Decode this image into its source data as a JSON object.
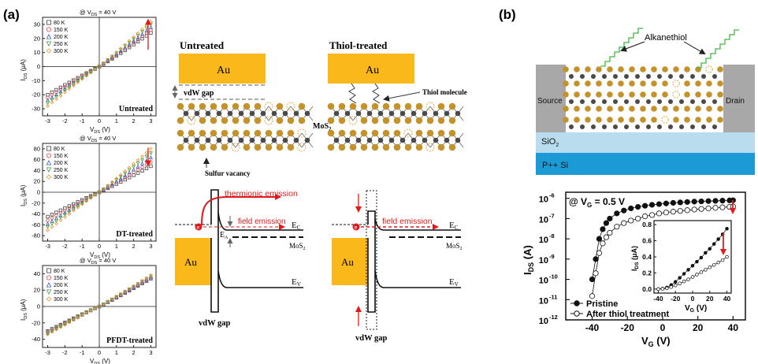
{
  "panel_a": {
    "label": "(a)",
    "iv_common": {
      "cond": "@ V",
      "cond_sub": "DS",
      "cond_val": "= 40 V",
      "xlabel": "V",
      "xlabel_sub": "DS",
      "xlabel_unit": " (V)",
      "ylabel": "I",
      "ylabel_sub": "DS",
      "ylabel_unit": " (μA)",
      "legend": [
        "80 K",
        "150 K",
        "200 K",
        "250 K",
        "300 K"
      ],
      "xticks": [
        "-3",
        "-2",
        "-1",
        "0",
        "1",
        "2",
        "3"
      ]
    },
    "iv_plots": [
      {
        "title": "Untreated",
        "yticks": [
          "30",
          "20",
          "10",
          "0",
          "-10",
          "-20",
          "-30"
        ],
        "ylim": [
          -35,
          35
        ],
        "ymax_at_3V": [
          24,
          26,
          28,
          30,
          32
        ]
      },
      {
        "title": "DT-treated",
        "yticks": [
          "80",
          "60",
          "40",
          "20",
          "0",
          "-20",
          "-40",
          "-60",
          "-80"
        ],
        "ylim": [
          -90,
          90
        ],
        "ymax_at_3V": [
          48,
          56,
          64,
          72,
          80
        ]
      },
      {
        "title": "PFDT-treated",
        "yticks": [
          "40",
          "20",
          "0",
          "-20",
          "-40"
        ],
        "ylim": [
          -50,
          50
        ],
        "ymax_at_3V": [
          34,
          35,
          36,
          37,
          38
        ]
      }
    ],
    "untreated_title": "Untreated",
    "thiol_title": "Thiol-treated",
    "au": "Au",
    "vdw_gap_label": "vdW gap",
    "thiol_molecule": "Thiol molecule",
    "mos2": "MoS",
    "mos2_sub": "2",
    "sulfur_vacancy": "Sulfur vacancy",
    "thermionic": "thermionic emission",
    "field_emission": "field emission",
    "ec": "E",
    "ec_sub": "C",
    "ev": "E",
    "ev_sub": "V",
    "ea": "E",
    "ea_sub": "A",
    "electron": "e"
  },
  "panel_b": {
    "label": "(b)",
    "alkanethiol": "Alkanethiol",
    "source": "Source",
    "drain": "Drain",
    "sio2": "SiO",
    "sio2_sub": "2",
    "si": "P++ Si",
    "plot_cond": "@ V",
    "plot_cond_sub": "G",
    "plot_cond_val": "= 0.5 V",
    "ylabel": "I",
    "ylabel_sub": "DS",
    "ylabel_unit": " (A)",
    "xlabel": "V",
    "xlabel_sub": "G",
    "xlabel_unit": " (V)",
    "yticks": [
      {
        "base": "10",
        "exp": "-6"
      },
      {
        "base": "10",
        "exp": "-7"
      },
      {
        "base": "10",
        "exp": "-8"
      },
      {
        "base": "10",
        "exp": "-9"
      },
      {
        "base": "10",
        "exp": "-10"
      },
      {
        "base": "10",
        "exp": "-11"
      },
      {
        "base": "10",
        "exp": "-12"
      }
    ],
    "xticks": [
      "-40",
      "-20",
      "0",
      "20",
      "40"
    ],
    "legend": [
      "Pristine",
      "After thiol treatment"
    ],
    "inset": {
      "ylabel": "I",
      "ylabel_sub": "DS",
      "ylabel_unit": " (μA)",
      "xlabel": "V",
      "xlabel_sub": "G",
      "xlabel_unit": " (V)",
      "yticks": [
        "0.8",
        "0.6",
        "0.4",
        "0.2",
        "0.0"
      ],
      "xticks": [
        "-40",
        "-20",
        "0",
        "20",
        "40"
      ]
    }
  },
  "chart_data": [
    {
      "type": "scatter",
      "title": "Untreated",
      "xlabel": "VDS (V)",
      "ylabel": "IDS (μA)",
      "xlim": [
        -3.3,
        3.3
      ],
      "ylim": [
        -35,
        35
      ],
      "series": [
        {
          "name": "80 K",
          "x": [
            -3,
            3
          ],
          "y": [
            -20,
            24
          ]
        },
        {
          "name": "150 K",
          "x": [
            -3,
            3
          ],
          "y": [
            -22,
            26
          ]
        },
        {
          "name": "200 K",
          "x": [
            -3,
            3
          ],
          "y": [
            -24,
            28
          ]
        },
        {
          "name": "250 K",
          "x": [
            -3,
            3
          ],
          "y": [
            -26,
            30
          ]
        },
        {
          "name": "300 K",
          "x": [
            -3,
            3
          ],
          "y": [
            -28,
            32
          ]
        }
      ]
    },
    {
      "type": "scatter",
      "title": "DT-treated",
      "xlabel": "VDS (V)",
      "ylabel": "IDS (μA)",
      "xlim": [
        -3.3,
        3.3
      ],
      "ylim": [
        -90,
        90
      ],
      "series": [
        {
          "name": "80 K",
          "x": [
            -3,
            3
          ],
          "y": [
            -45,
            48
          ]
        },
        {
          "name": "150 K",
          "x": [
            -3,
            3
          ],
          "y": [
            -52,
            56
          ]
        },
        {
          "name": "200 K",
          "x": [
            -3,
            3
          ],
          "y": [
            -58,
            64
          ]
        },
        {
          "name": "250 K",
          "x": [
            -3,
            3
          ],
          "y": [
            -64,
            72
          ]
        },
        {
          "name": "300 K",
          "x": [
            -3,
            3
          ],
          "y": [
            -70,
            80
          ]
        }
      ]
    },
    {
      "type": "scatter",
      "title": "PFDT-treated",
      "xlabel": "VDS (V)",
      "ylabel": "IDS (μA)",
      "xlim": [
        -3.3,
        3.3
      ],
      "ylim": [
        -50,
        50
      ],
      "series": [
        {
          "name": "80 K",
          "x": [
            -3,
            3
          ],
          "y": [
            -30,
            34
          ]
        },
        {
          "name": "150 K",
          "x": [
            -3,
            3
          ],
          "y": [
            -31,
            35
          ]
        },
        {
          "name": "200 K",
          "x": [
            -3,
            3
          ],
          "y": [
            -32,
            36
          ]
        },
        {
          "name": "250 K",
          "x": [
            -3,
            3
          ],
          "y": [
            -33,
            37
          ]
        },
        {
          "name": "300 K",
          "x": [
            -3,
            3
          ],
          "y": [
            -34,
            38
          ]
        }
      ]
    },
    {
      "type": "scatter",
      "title": "",
      "xlabel": "VG (V)",
      "ylabel": "IDS (A)",
      "log_y": true,
      "xlim": [
        -55,
        47
      ],
      "ylim": [
        1e-12,
        2e-06
      ],
      "series": [
        {
          "name": "Pristine",
          "x": [
            -40,
            -38,
            -36,
            -34,
            -32,
            -30,
            -26,
            -22,
            -18,
            -14,
            -10,
            -6,
            -2,
            2,
            6,
            10,
            14,
            18,
            22,
            26,
            30,
            34,
            38,
            40
          ],
          "y": [
            1e-10,
            1e-09,
            1e-08,
            3e-08,
            6e-08,
            1e-07,
            1.8e-07,
            2.5e-07,
            3.2e-07,
            3.8e-07,
            4.3e-07,
            4.8e-07,
            5.2e-07,
            5.6e-07,
            6e-07,
            6.3e-07,
            6.6e-07,
            6.9e-07,
            7.1e-07,
            7.3e-07,
            7.5e-07,
            7.7e-07,
            7.9e-07,
            8e-07
          ]
        },
        {
          "name": "After thiol treatment",
          "x": [
            -40,
            -38,
            -36,
            -34,
            -32,
            -30,
            -26,
            -22,
            -18,
            -14,
            -10,
            -6,
            -2,
            2,
            6,
            10,
            14,
            18,
            22,
            26,
            30,
            34,
            38,
            40
          ],
          "y": [
            1.5e-11,
            2e-10,
            2e-09,
            6e-09,
            1.2e-08,
            2e-08,
            4e-08,
            6e-08,
            8e-08,
            1e-07,
            1.3e-07,
            1.5e-07,
            1.8e-07,
            2e-07,
            2.2e-07,
            2.4e-07,
            2.6e-07,
            2.8e-07,
            3e-07,
            3.2e-07,
            3.4e-07,
            3.6e-07,
            3.8e-07,
            4e-07
          ]
        }
      ]
    },
    {
      "type": "scatter",
      "title": "",
      "xlabel": "VG (V)",
      "ylabel": "IDS (μA)",
      "xlim": [
        -45,
        45
      ],
      "ylim": [
        -0.05,
        0.85
      ],
      "series": [
        {
          "name": "Pristine",
          "x": [
            -40,
            -35,
            -30,
            -25,
            -20,
            -15,
            -10,
            -5,
            0,
            5,
            10,
            15,
            20,
            25,
            30,
            35,
            40
          ],
          "y": [
            0,
            0.005,
            0.02,
            0.05,
            0.09,
            0.14,
            0.19,
            0.24,
            0.29,
            0.34,
            0.39,
            0.45,
            0.5,
            0.56,
            0.62,
            0.68,
            0.75
          ]
        },
        {
          "name": "After thiol treatment",
          "x": [
            -40,
            -35,
            -30,
            -25,
            -20,
            -15,
            -10,
            -5,
            0,
            5,
            10,
            15,
            20,
            25,
            30,
            35,
            40
          ],
          "y": [
            0,
            0.002,
            0.01,
            0.025,
            0.045,
            0.07,
            0.095,
            0.12,
            0.15,
            0.18,
            0.21,
            0.24,
            0.27,
            0.3,
            0.33,
            0.36,
            0.4
          ]
        }
      ]
    }
  ]
}
